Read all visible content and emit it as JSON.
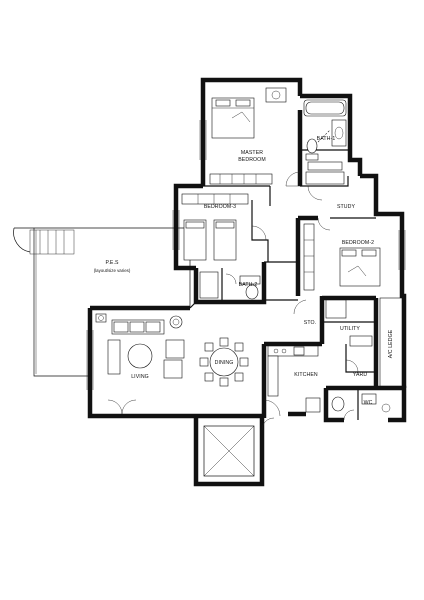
{
  "rooms": {
    "master_bedroom_line1": "MASTER",
    "master_bedroom_line2": "BEDROOM",
    "bath1": "BATH-1",
    "bedroom3": "BEDROOM-3",
    "study": "STUDY",
    "bedroom2": "BEDROOM-2",
    "bath2": "BATH-2",
    "pes_line1": "P.E.S",
    "pes_line2": "(layout/size varies)",
    "store": "STO.",
    "utility": "UTILITY",
    "ac_ledge": "A/C LEDGE",
    "living": "LIVING",
    "dining": "DINING",
    "kitchen": "KITCHEN",
    "yard": "YARD",
    "wc": "WC"
  },
  "colors": {
    "ink": "#111111",
    "paper": "#ffffff"
  }
}
